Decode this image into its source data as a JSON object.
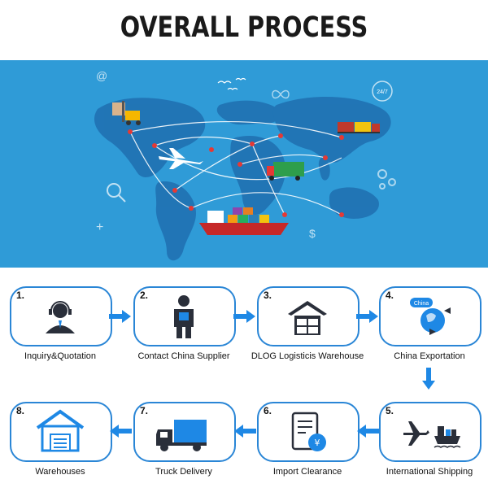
{
  "title": "OVERALL PROCESS",
  "banner": {
    "badge_24_7": "24/7",
    "at_symbol": "@",
    "dollar_symbol": "$",
    "plus_symbol": "+",
    "accent_color": "#2f9bd7"
  },
  "steps": [
    {
      "num": "1.",
      "label": "Inquiry&Quotation",
      "icon": "customer-service-icon"
    },
    {
      "num": "2.",
      "label": "Contact China Supplier",
      "icon": "supplier-icon"
    },
    {
      "num": "3.",
      "label": "DLOG Logisticis Warehouse",
      "icon": "warehouse-boxes-icon"
    },
    {
      "num": "4.",
      "label": "China Exportation",
      "icon": "export-globe-icon",
      "badge": "China"
    },
    {
      "num": "5.",
      "label": "International Shipping",
      "icon": "plane-ship-icon"
    },
    {
      "num": "6.",
      "label": "Import Clearance",
      "icon": "customs-document-icon",
      "symbol": "¥"
    },
    {
      "num": "7.",
      "label": "Truck Delivery",
      "icon": "truck-icon"
    },
    {
      "num": "8.",
      "label": "Warehouses",
      "icon": "warehouse-icon"
    }
  ],
  "colors": {
    "box_border": "#2a86d6",
    "arrow": "#1e88e5",
    "icon_dark": "#2a2f3a"
  }
}
